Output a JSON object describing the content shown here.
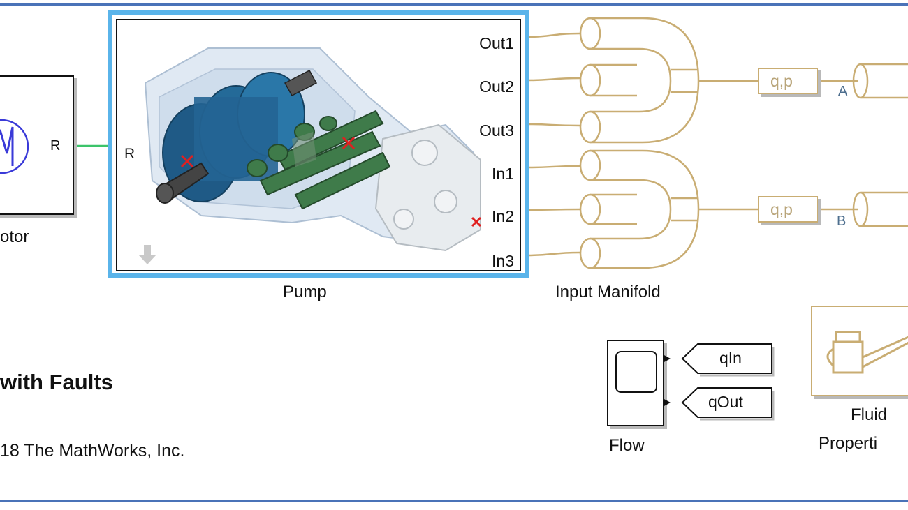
{
  "motor": {
    "label": "otor",
    "port": "R"
  },
  "pump": {
    "label": "Pump",
    "port_left": "R",
    "ports_right": [
      "Out1",
      "Out2",
      "Out3",
      "In1",
      "In2",
      "In3"
    ]
  },
  "input_manifold": {
    "label": "Input Manifold"
  },
  "sensors": [
    {
      "label": "q,p",
      "port": "A"
    },
    {
      "label": "q,p",
      "port": "B"
    }
  ],
  "scope": {
    "label": "Flow",
    "inputs": [
      "qIn",
      "qOut"
    ]
  },
  "fluid": {
    "label_line1": "Fluid",
    "label_line2": "Properti"
  },
  "annotation": {
    "title": "with Faults",
    "copyright": "18 The MathWorks, Inc."
  },
  "colors": {
    "frame": "#4a73b8",
    "hydraulic": "#c9ad73",
    "rotational": "#3cc46a",
    "selection": "#5ab4ea",
    "fault": "#e02020",
    "motor_symbol": "#3a3ad8"
  }
}
